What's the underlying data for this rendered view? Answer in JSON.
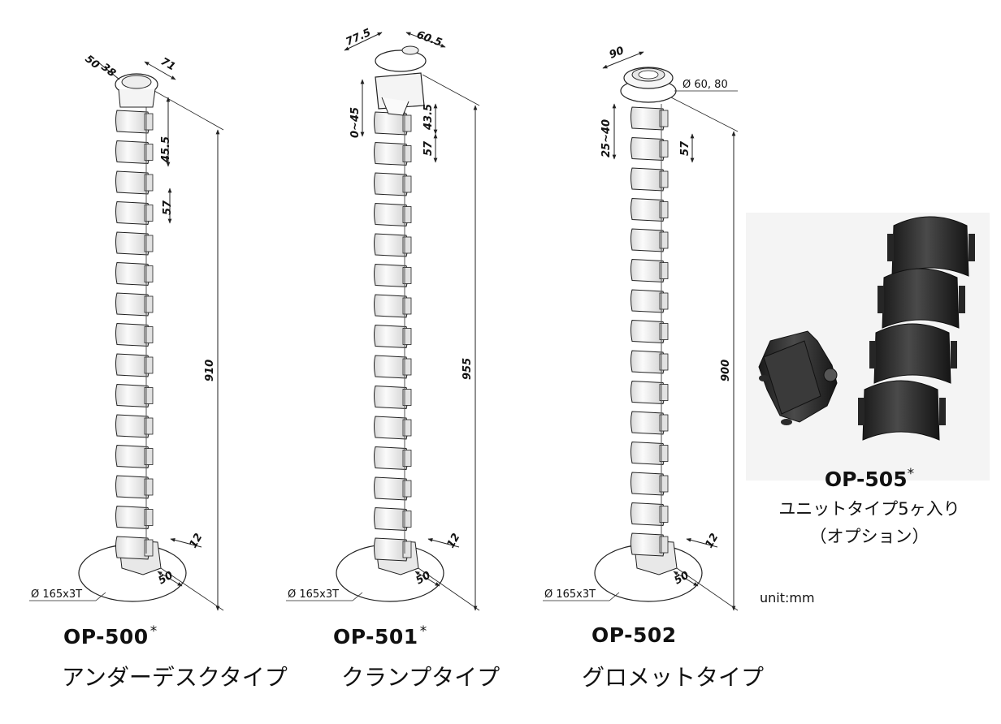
{
  "products": [
    {
      "id": "op-500",
      "model": "OP-500",
      "asterisk": "*",
      "type": "アンダーデスクタイプ",
      "dims": {
        "top_depth": "50",
        "top_inner": "38",
        "top_width": "71",
        "first_pitch": "45.5",
        "pitch": "57",
        "height": "910",
        "base": "Ø 165x3T",
        "foot_offset": "12",
        "foot_width": "50"
      }
    },
    {
      "id": "op-501",
      "model": "OP-501",
      "asterisk": "*",
      "type": "クランプタイプ",
      "dims": {
        "clamp_length": "77.5",
        "clamp_width": "60.5",
        "clamp_range": "0~45",
        "first_pitch": "43.5",
        "pitch": "57",
        "height": "955",
        "base": "Ø 165x3T",
        "foot_offset": "12",
        "foot_width": "50"
      }
    },
    {
      "id": "op-502",
      "model": "OP-502",
      "asterisk": "",
      "type": "グロメットタイプ",
      "dims": {
        "grommet_width": "90",
        "grommet_hole": "Ø 60, 80",
        "desk_range": "25~40",
        "pitch": "57",
        "height": "900",
        "base": "Ø 165x3T",
        "foot_offset": "12",
        "foot_width": "50"
      }
    }
  ],
  "option": {
    "model": "OP-505",
    "asterisk": "*",
    "line1": "ユニットタイプ5ヶ入り",
    "line2": "（オプション）"
  },
  "unit": "unit:mm",
  "colors": {
    "line": "#222222",
    "segment_fill": "#f2f2f2",
    "part_dark": "#2a2a2a"
  }
}
